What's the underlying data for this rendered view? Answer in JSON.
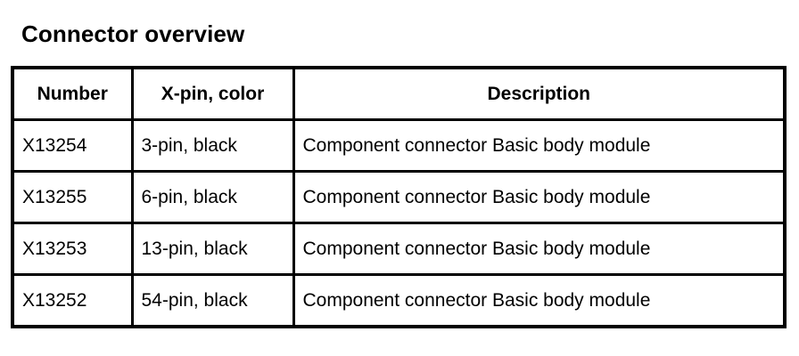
{
  "document": {
    "title": "Connector overview",
    "background_color": "#ffffff",
    "text_color": "#000000",
    "border_color": "#000000"
  },
  "table": {
    "columns": [
      {
        "key": "number",
        "header": "Number",
        "align": "center"
      },
      {
        "key": "pin_color",
        "header": "X-pin, color",
        "align": "center"
      },
      {
        "key": "description",
        "header": "Description",
        "align": "center"
      }
    ],
    "rows": [
      {
        "number": "X13254",
        "pin_color": "3-pin, black",
        "description": "Component connector Basic body module"
      },
      {
        "number": "X13255",
        "pin_color": "6-pin, black",
        "description": "Component connector Basic body module"
      },
      {
        "number": "X13253",
        "pin_color": "13-pin, black",
        "description": "Component connector Basic body module"
      },
      {
        "number": "X13252",
        "pin_color": "54-pin, black",
        "description": "Component connector Basic body module"
      }
    ]
  }
}
